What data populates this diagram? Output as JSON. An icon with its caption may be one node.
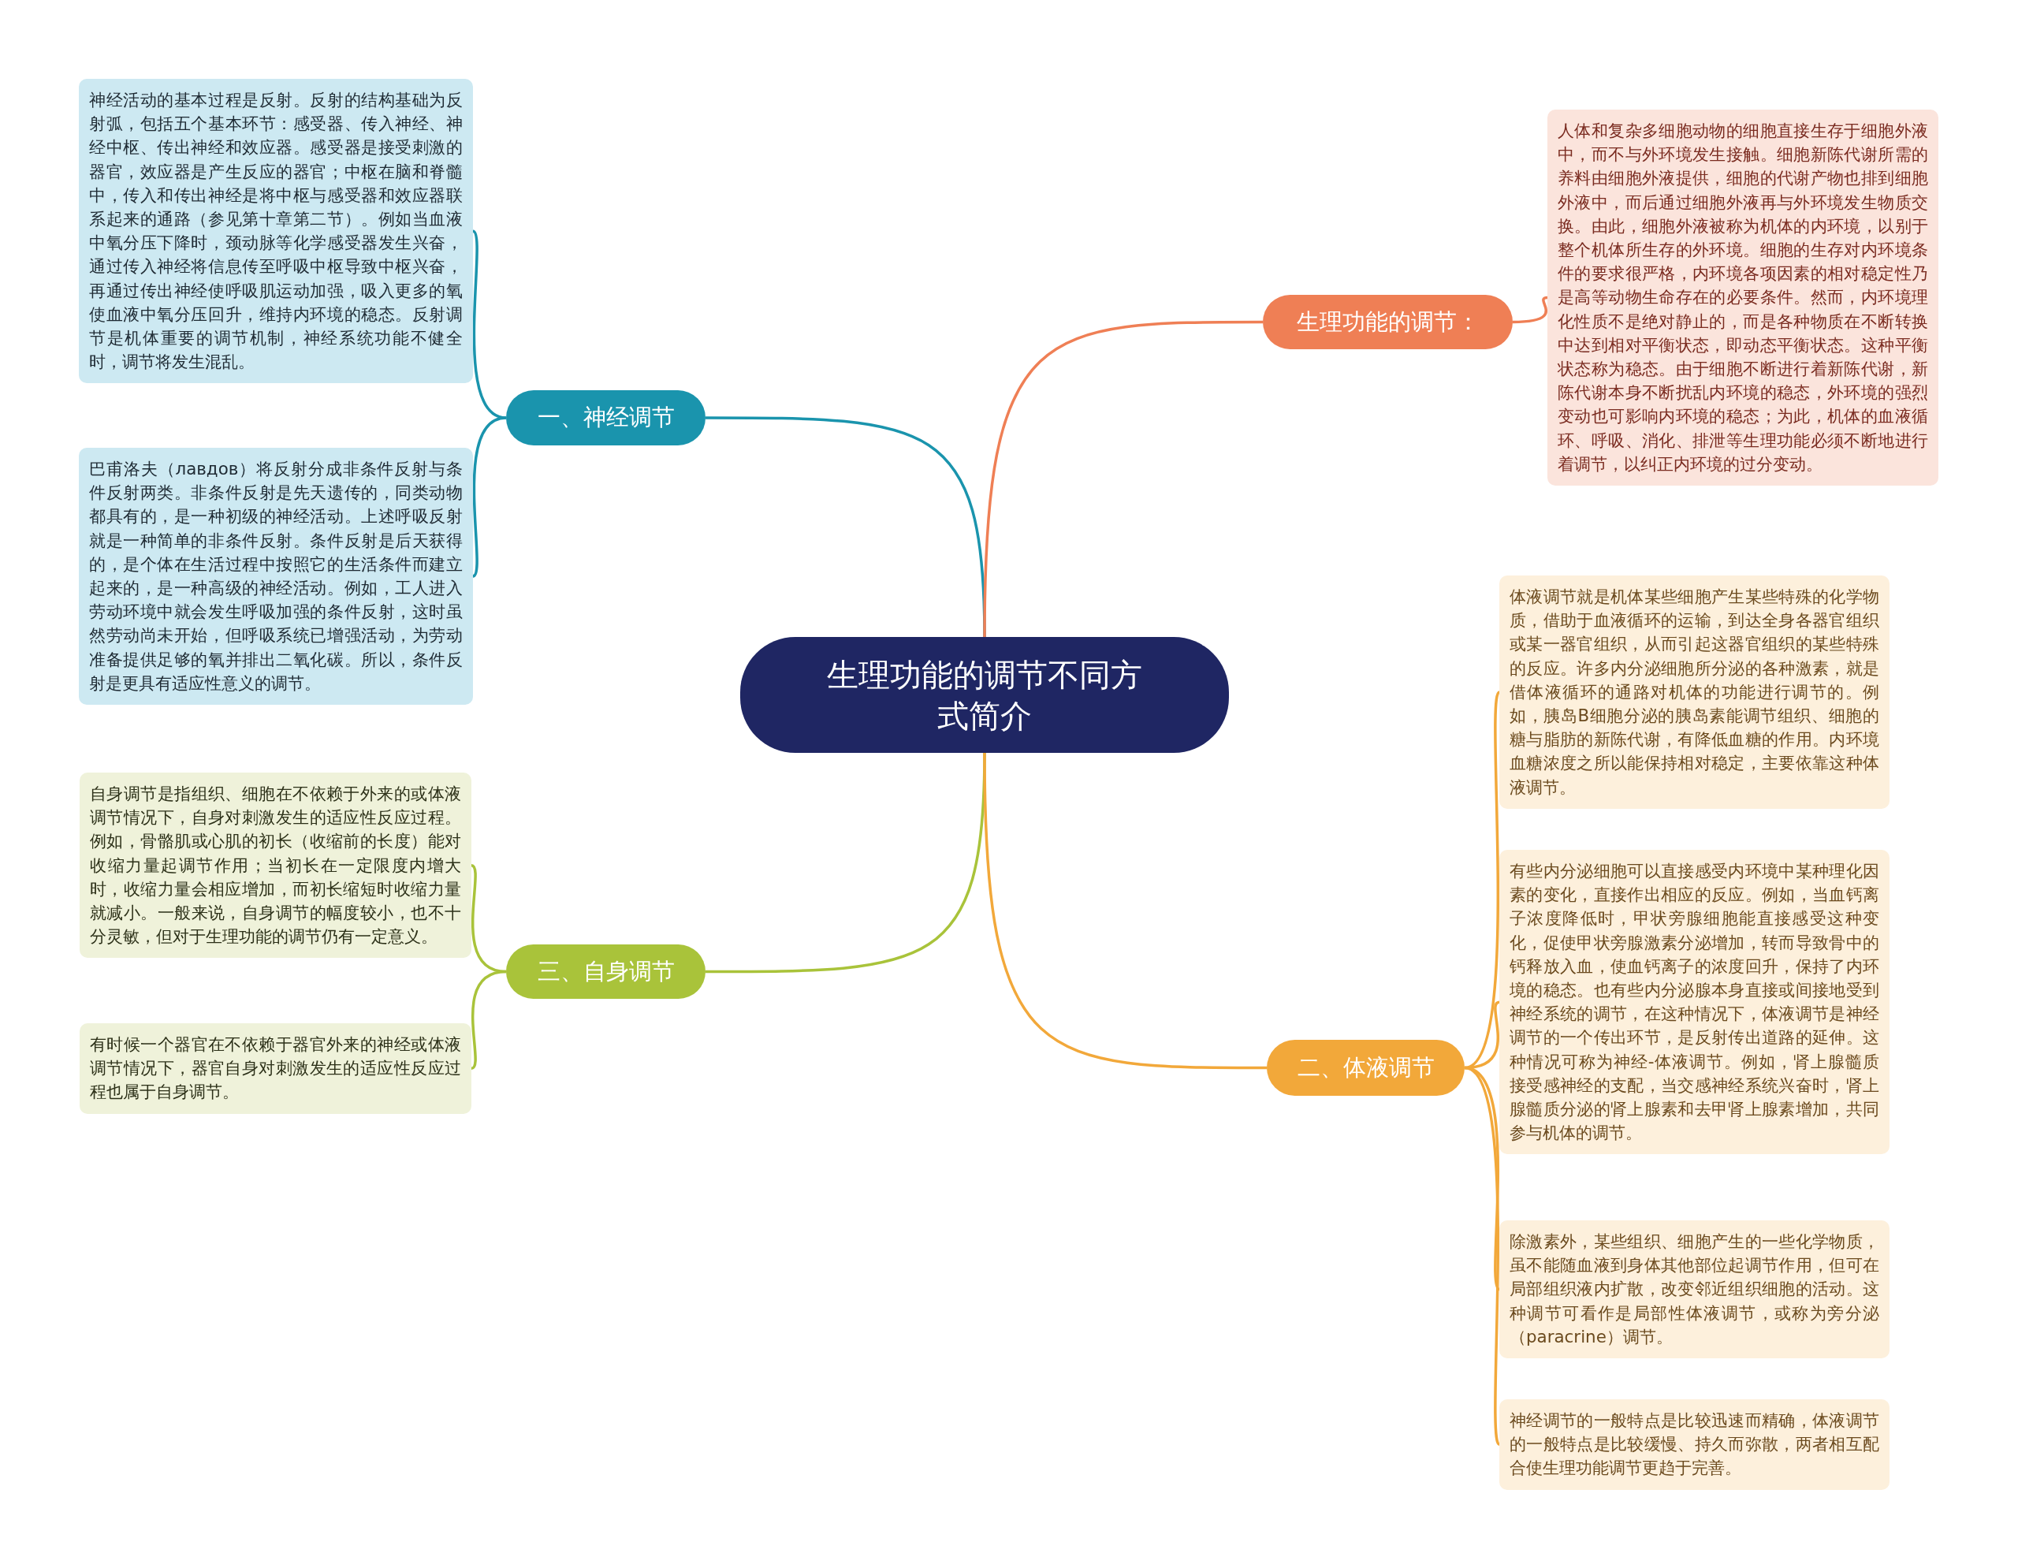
{
  "diagram": {
    "nodes": [
      {
        "text": [
          "生理功能的调节不同方式简介"
        ]
      },
      {
        "text": [
          "一、神经调节"
        ]
      },
      {
        "text": [
          "生理功能的调节："
        ]
      },
      {
        "text": [
          "三、自身调节"
        ]
      },
      {
        "text": [
          "二、体液调节"
        ]
      },
      {
        "text": [
          "神经活动的基本过程是反射。反射的结构基础为反射弧，包括五个基本环节：感受器、传入神经、神经中枢、传出神经和效应器。感受器是接受刺激的器官，效应器是产生反应的器官；中枢在脑和脊髓中，传入和传出神经是将中枢与感受器和效应器联系起来的通路（参见第十章第二节）。例如当血液中氧分压下降时，颈动脉等化学感受器发生兴奋，通过传入神经将信息传至呼吸中枢导致中枢兴奋，再通过传出神经使呼吸肌运动加强，吸入更多的氧使血液中氧分压回升，维持内环境的稳态。反射调节是机体重要的调节机制，神经系统功能不健全时，调节将发生混乱。"
        ]
      },
      {
        "text": [
          "巴甫洛夫（лавдов）将反射分成非条件反射与条件反射两类。非条件反射是先天遗传的，同类动物都具有的，是一种初级的神经活动。上述呼吸反射就是一种简单的非条件反射。条件反射是后天获得的，是个体在生活过程中按照它的生活条件而建立起来的，是一种高级的神经活动。例如，工人进入劳动环境中就会发生呼吸加强的条件反射，这时虽然劳动尚未开始，但呼吸系统已增强活动，为劳动准备提供足够的氧并排出二氧化碳。所以，条件反射是更具有适应性意义的调节。"
        ]
      },
      {
        "text": [
          "自身调节是指组织、细胞在不依赖于外来的或体液调节情况下，自身对刺激发生的适应性反应过程。例如，骨骼肌或心肌的初长（收缩前的长度）能对收缩力量起调节作用；当初长在一定限度内增大时，收缩力量会相应增加，而初长缩短时收缩力量就减小。一般来说，自身调节的幅度较小，也不十分灵敏，但对于生理功能的调节仍有一定意义。"
        ]
      },
      {
        "text": [
          "有时候一个器官在不依赖于器官外来的神经或体液调节情况下，器官自身对刺激发生的适应性反应过程也属于自身调节。"
        ]
      },
      {
        "text": [
          "人体和复杂多细胞动物的细胞直接生存于细胞外液中，而不与外环境发生接触。细胞新陈代谢所需的养料由细胞外液提供，细胞的代谢产物也排到细胞外液中，而后通过细胞外液再与外环境发生物质交换。由此，细胞外液被称为机体的内环境，以别于整个机体所生存的外环境。细胞的生存对内环境条件的要求很严格，内环境各项因素的相对稳定性乃是高等动物生命存在的必要条件。然而，内环境理化性质不是绝对静止的，而是各种物质在不断转换中达到相对平衡状态，即动态平衡状态。这种平衡状态称为稳态。由于细胞不断进行着新陈代谢，新陈代谢本身不断扰乱内环境的稳态，外环境的强烈变动也可影响内环境的稳态；为此，机体的血液循环、呼吸、消化、排泄等生理功能必须不断地进行着调节，以纠正内环境的过分变动。"
        ]
      },
      {
        "text": [
          "体液调节就是机体某些细胞产生某些特殊的化学物质，借助于血液循环的运输，到达全身各器官组织或某一器官组织，从而引起这器官组织的某些特殊的反应。许多内分泌细胞所分泌的各种激素，就是借体液循环的通路对机体的功能进行调节的。例如，胰岛B细胞分泌的胰岛素能调节组织、细胞的糖与脂肪的新陈代谢，有降低血糖的作用。内环境血糖浓度之所以能保持相对稳定，主要依靠这种体液调节。"
        ]
      },
      {
        "text": [
          "有些内分泌细胞可以直接感受内环境中某种理化因素的变化，直接作出相应的反应。例如，当血钙离子浓度降低时，甲状旁腺细胞能直接感受这种变化，促使甲状旁腺激素分泌增加，转而导致骨中的钙释放入血，使血钙离子的浓度回升，保持了内环境的稳态。也有些内分泌腺本身直接或间接地受到神经系统的调节，在这种情况下，体液调节是神经调节的一个传出环节，是反射传出道路的延伸。这种情况可称为神经-体液调节。例如，肾上腺髓质接受感神经的支配，当交感神经系统兴奋时，肾上腺髓质分泌的肾上腺素和去甲肾上腺素增加，共同参与机体的调节。"
        ]
      },
      {
        "text": [
          "除激素外，某些组织、细胞产生的一些化学物质，虽不能随血液到身体其他部位起调节作用，但可在局部组织液内扩散，改变邻近组织细胞的活动。这种调节可看作是局部性体液调节，或称为旁分泌（paracrine）调节。"
        ]
      },
      {
        "text": [
          "神经调节的一般特点是比较迅速而精确，体液调节的一般特点是比较缓慢、持久而弥散，两者相互配合使生理功能调节更趋于完善。"
        ]
      }
    ],
    "edges": [
      {
        "from": 0,
        "to": 1,
        "arrow": "none",
        "color": "#1a94ad"
      },
      {
        "from": 0,
        "to": 2,
        "arrow": "none",
        "color": "#ef7f55"
      },
      {
        "from": 0,
        "to": 3,
        "arrow": "none",
        "color": "#a9c33a"
      },
      {
        "from": 0,
        "to": 4,
        "arrow": "none",
        "color": "#f2a83a"
      },
      {
        "from": 1,
        "to": 5,
        "arrow": "none",
        "color": "#1a94ad"
      },
      {
        "from": 1,
        "to": 6,
        "arrow": "none",
        "color": "#1a94ad"
      },
      {
        "from": 2,
        "to": 9,
        "arrow": "none",
        "color": "#ef7f55"
      },
      {
        "from": 3,
        "to": 7,
        "arrow": "none",
        "color": "#a9c33a"
      },
      {
        "from": 3,
        "to": 8,
        "arrow": "none",
        "color": "#a9c33a"
      },
      {
        "from": 4,
        "to": 10,
        "arrow": "none",
        "color": "#f2a83a"
      },
      {
        "from": 4,
        "to": 11,
        "arrow": "none",
        "color": "#f2a83a"
      },
      {
        "from": 4,
        "to": 12,
        "arrow": "none",
        "color": "#f2a83a"
      },
      {
        "from": 4,
        "to": 13,
        "arrow": "none",
        "color": "#f2a83a"
      }
    ]
  }
}
